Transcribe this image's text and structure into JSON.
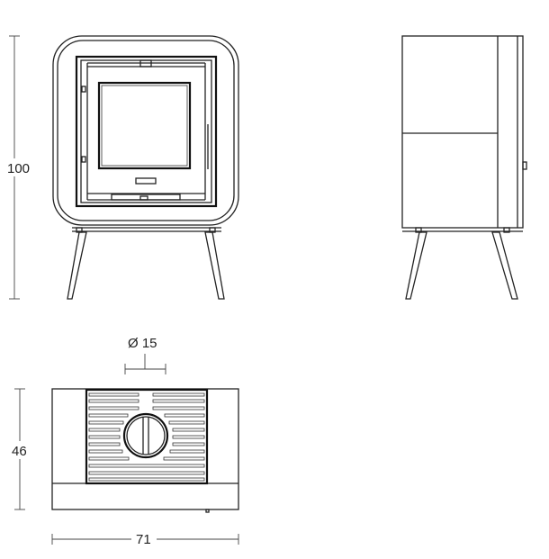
{
  "dimensions": {
    "height": "100",
    "depth": "46",
    "width": "71",
    "flue_diameter": "Ø 15"
  }
}
